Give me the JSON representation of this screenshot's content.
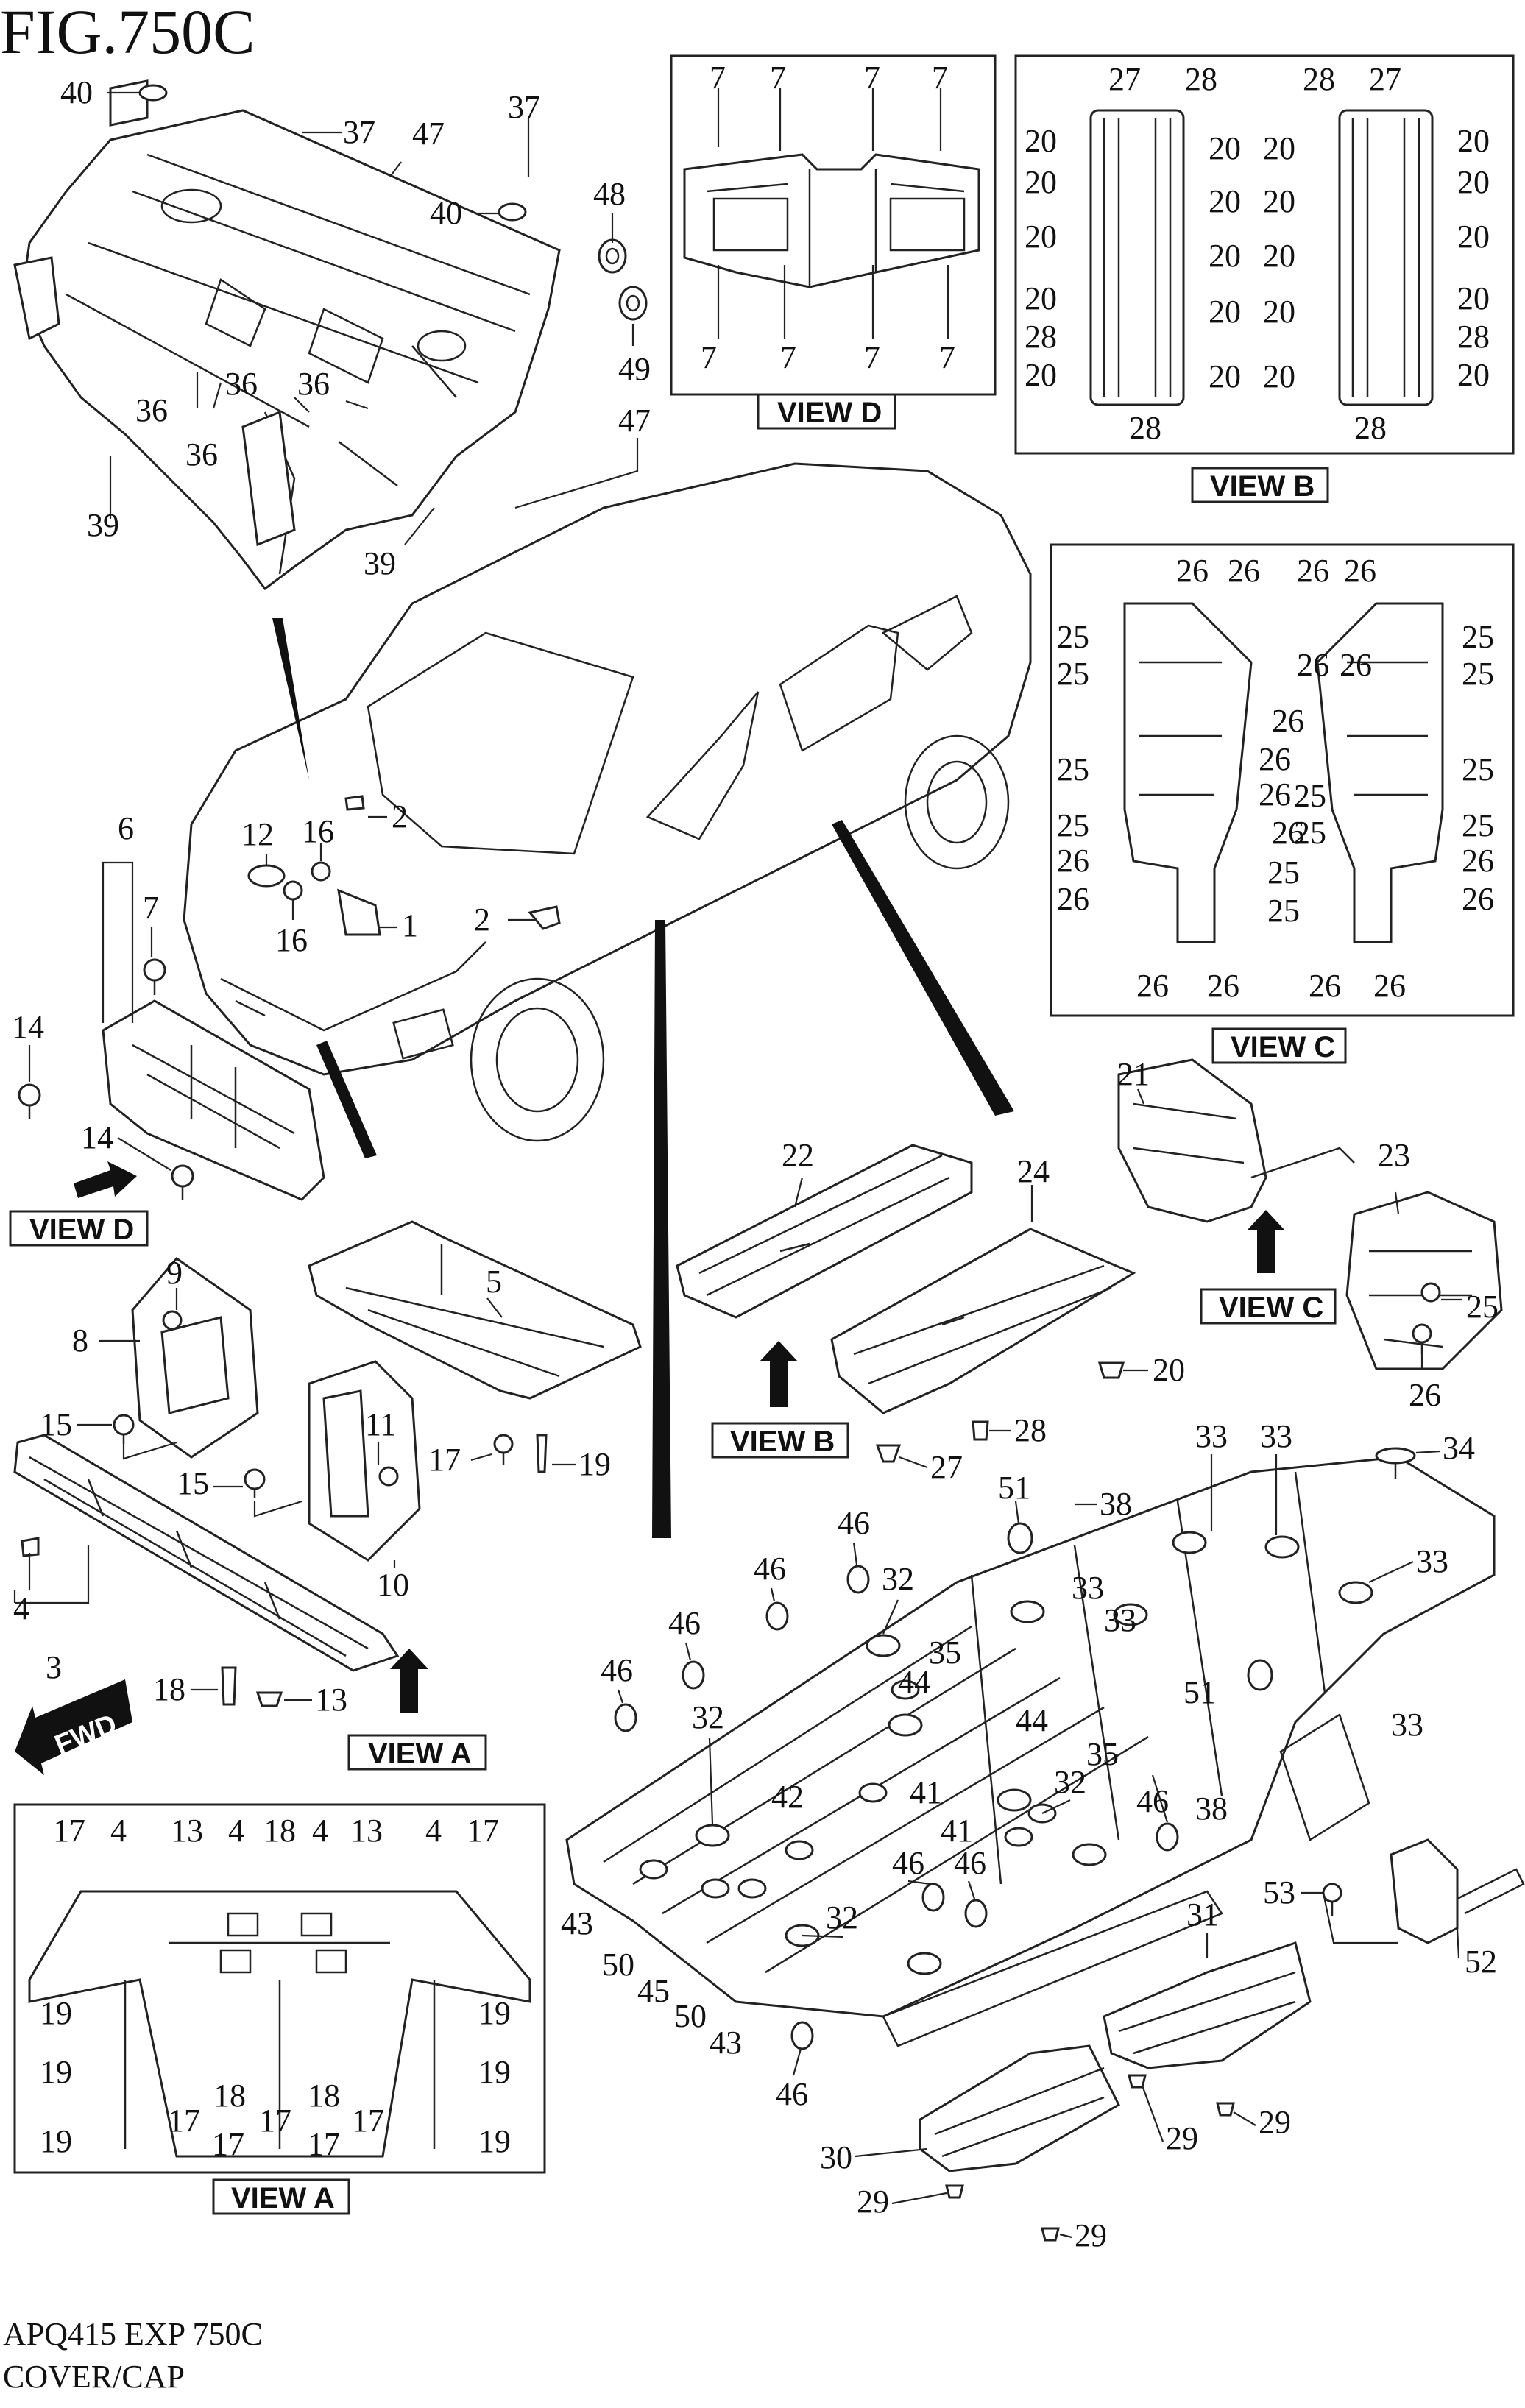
{
  "header": {
    "title": "FIG.750C"
  },
  "footer": {
    "code": "APQ415 EXP 750C",
    "caption": "COVER/CAP"
  },
  "views": {
    "view_a_arrow": "VIEW A",
    "view_a_panel": "VIEW A",
    "view_b_arrow": "VIEW B",
    "view_b_panel": "VIEW B",
    "view_c_arrow": "VIEW C",
    "view_c_panel": "VIEW C",
    "view_d_arrow": "VIEW D",
    "view_d_panel": "VIEW D"
  },
  "fwd_label": "FWD",
  "callouts": {
    "c1": "1",
    "c2a": "2",
    "c2b": "2",
    "c3": "3",
    "c4": "4",
    "c5": "5",
    "c6": "6",
    "c7": "7",
    "c8": "8",
    "c9": "9",
    "c10": "10",
    "c11": "11",
    "c12": "12",
    "c13": "13",
    "c14a": "14",
    "c14b": "14",
    "c15a": "15",
    "c15b": "15",
    "c16a": "16",
    "c16b": "16",
    "c17": "17",
    "c18": "18",
    "c19": "19",
    "c20": "20",
    "c21": "21",
    "c22": "22",
    "c23": "23",
    "c24": "24",
    "c25": "25",
    "c26": "26",
    "c27": "27",
    "c28": "28",
    "c29a": "29",
    "c29b": "29",
    "c29c": "29",
    "c29d": "29",
    "c30": "30",
    "c31": "31",
    "c32a": "32",
    "c32b": "32",
    "c32c": "32",
    "c32d": "32",
    "c33a": "33",
    "c33b": "33",
    "c33c": "33",
    "c33d": "33",
    "c33e": "33",
    "c33f": "33",
    "c34": "34",
    "c35a": "35",
    "c35b": "35",
    "c36a": "36",
    "c36b": "36",
    "c36c": "36",
    "c36d": "36",
    "c37a": "37",
    "c37b": "37",
    "c38a": "38",
    "c38b": "38",
    "c39a": "39",
    "c39b": "39",
    "c40a": "40",
    "c40b": "40",
    "c41a": "41",
    "c41b": "41",
    "c42": "42",
    "c43a": "43",
    "c43b": "43",
    "c44a": "44",
    "c44b": "44",
    "c45": "45",
    "c46a": "46",
    "c46b": "46",
    "c46c": "46",
    "c46d": "46",
    "c46e": "46",
    "c46f": "46",
    "c46g": "46",
    "c46h": "46",
    "c47a": "47",
    "c47b": "47",
    "c48": "48",
    "c49": "49",
    "c50a": "50",
    "c50b": "50",
    "c51a": "51",
    "c51b": "51",
    "c52": "52",
    "c53": "53"
  },
  "view_d_labels": [
    "7",
    "7",
    "7",
    "7",
    "7",
    "7",
    "7",
    "7"
  ],
  "view_b_labels": [
    "27",
    "28",
    "28",
    "27",
    "20",
    "20",
    "20",
    "20",
    "20",
    "20",
    "20",
    "20",
    "20",
    "20",
    "20",
    "20",
    "20",
    "20",
    "20",
    "20",
    "20",
    "20",
    "20",
    "20",
    "28",
    "28",
    "28",
    "28"
  ],
  "view_c_labels": [
    "26",
    "26",
    "26",
    "26",
    "25",
    "25",
    "25",
    "25",
    "25",
    "25",
    "25",
    "25",
    "25",
    "25",
    "26",
    "26",
    "26",
    "26",
    "26",
    "26",
    "26",
    "26",
    "26",
    "26",
    "25",
    "25",
    "26",
    "26",
    "26",
    "26"
  ],
  "view_a_labels": [
    "17",
    "4",
    "13",
    "4",
    "18",
    "4",
    "13",
    "4",
    "17",
    "19",
    "19",
    "19",
    "19",
    "19",
    "19",
    "17",
    "18",
    "17",
    "18",
    "17",
    "17",
    "17"
  ]
}
